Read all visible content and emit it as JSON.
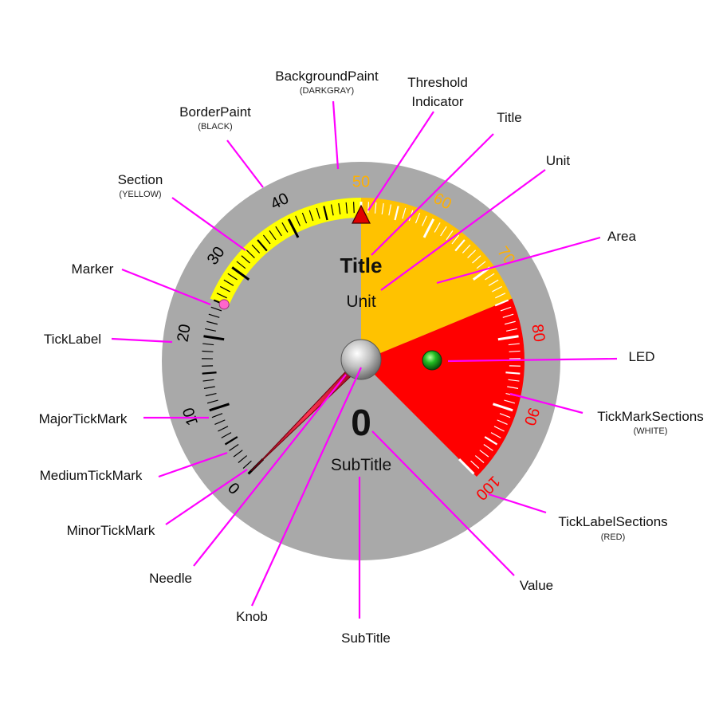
{
  "gauge": {
    "title": "Title",
    "unit": "Unit",
    "value": "0",
    "value_num": 0,
    "subtitle": "SubTitle",
    "min": 0,
    "max": 100,
    "threshold": 50,
    "marker": 25,
    "tick_labels": [
      "0",
      "10",
      "20",
      "30",
      "40",
      "50",
      "60",
      "70",
      "80",
      "90",
      "100"
    ],
    "colors": {
      "border": "#000000",
      "background": "#a9a9a9",
      "section": "#ffff00",
      "area_orange": "#ffc200",
      "area_red": "#ff0000",
      "tick_mark_sections": "#ffffff",
      "tick_label_sections": "#ff0000",
      "tick_label_orange": "#ffb000",
      "needle": "#e0203a",
      "marker": "#ff66cc",
      "led": "#22bb22",
      "callout_line": "#ff00ff"
    }
  },
  "callouts": {
    "background_paint": {
      "label": "BackgroundPaint",
      "sub": "(DARKGRAY)"
    },
    "threshold_indicator": {
      "line1": "Threshold",
      "line2": "Indicator"
    },
    "title": {
      "label": "Title"
    },
    "border_paint": {
      "label": "BorderPaint",
      "sub": "(BLACK)"
    },
    "unit": {
      "label": "Unit"
    },
    "section": {
      "label": "Section",
      "sub": "(YELLOW)"
    },
    "area": {
      "label": "Area"
    },
    "marker": {
      "label": "Marker"
    },
    "tick_label": {
      "label": "TickLabel"
    },
    "led": {
      "label": "LED"
    },
    "major_tick_mark": {
      "label": "MajorTickMark"
    },
    "tick_mark_sections": {
      "label": "TickMarkSections",
      "sub": "(WHITE)"
    },
    "medium_tick_mark": {
      "label": "MediumTickMark"
    },
    "tick_label_sections": {
      "label": "TickLabelSections",
      "sub": "(RED)"
    },
    "minor_tick_mark": {
      "label": "MinorTickMark"
    },
    "needle": {
      "label": "Needle"
    },
    "value": {
      "label": "Value"
    },
    "knob": {
      "label": "Knob"
    },
    "subtitle": {
      "label": "SubTitle"
    }
  }
}
